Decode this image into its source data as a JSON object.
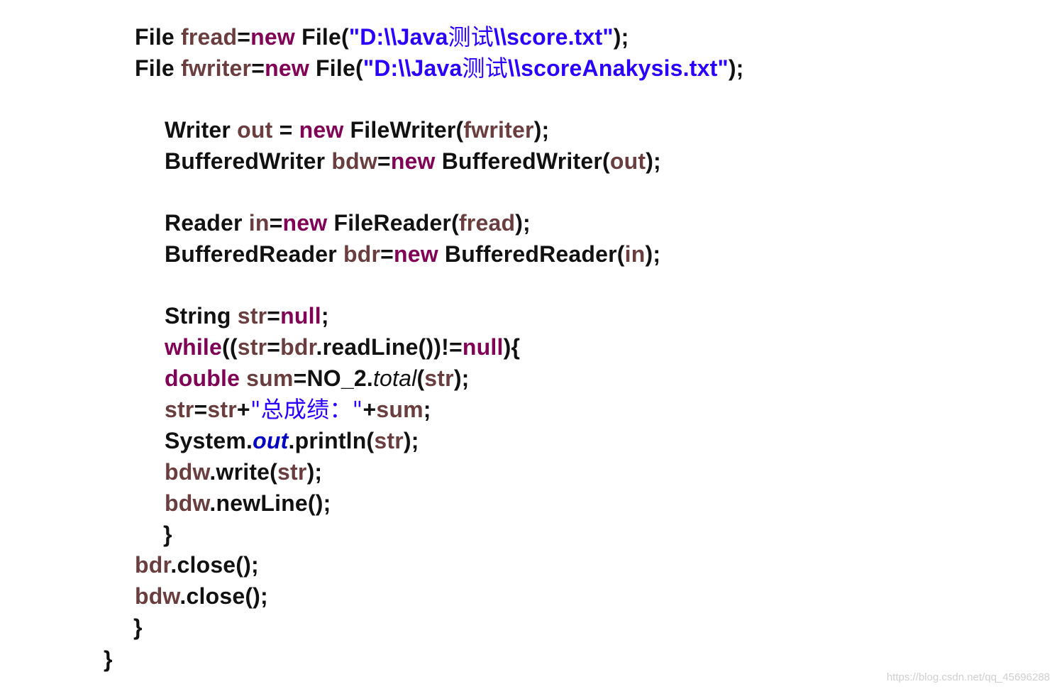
{
  "code": {
    "lines": [
      [
        {
          "t": "File ",
          "c": "plain"
        },
        {
          "t": "fread",
          "c": "var"
        },
        {
          "t": "=",
          "c": "plain"
        },
        {
          "t": "new",
          "c": "kw"
        },
        {
          "t": " File(",
          "c": "plain"
        },
        {
          "t": "\"D:\\\\Java",
          "c": "str"
        },
        {
          "t": "测试",
          "c": "str cjk"
        },
        {
          "t": "\\\\score.txt\"",
          "c": "str"
        },
        {
          "t": ");",
          "c": "plain"
        }
      ],
      [
        {
          "t": "File ",
          "c": "plain"
        },
        {
          "t": "fwriter",
          "c": "var"
        },
        {
          "t": "=",
          "c": "plain"
        },
        {
          "t": "new",
          "c": "kw"
        },
        {
          "t": " File(",
          "c": "plain"
        },
        {
          "t": "\"D:\\\\Java",
          "c": "str"
        },
        {
          "t": "测试",
          "c": "str cjk"
        },
        {
          "t": "\\\\scoreAnakysis.txt\"",
          "c": "str"
        },
        {
          "t": ");",
          "c": "plain"
        }
      ],
      [
        {
          "t": "Writer ",
          "c": "plain"
        },
        {
          "t": "out",
          "c": "var"
        },
        {
          "t": " = ",
          "c": "plain"
        },
        {
          "t": "new",
          "c": "kw"
        },
        {
          "t": " FileWriter(",
          "c": "plain"
        },
        {
          "t": "fwriter",
          "c": "var"
        },
        {
          "t": ");",
          "c": "plain"
        }
      ],
      [
        {
          "t": "BufferedWriter ",
          "c": "plain"
        },
        {
          "t": "bdw",
          "c": "var"
        },
        {
          "t": "=",
          "c": "plain"
        },
        {
          "t": "new",
          "c": "kw"
        },
        {
          "t": " BufferedWriter(",
          "c": "plain"
        },
        {
          "t": "out",
          "c": "var"
        },
        {
          "t": ");",
          "c": "plain"
        }
      ],
      [
        {
          "t": "Reader ",
          "c": "plain"
        },
        {
          "t": "in",
          "c": "var"
        },
        {
          "t": "=",
          "c": "plain"
        },
        {
          "t": "new",
          "c": "kw"
        },
        {
          "t": " FileReader(",
          "c": "plain"
        },
        {
          "t": "fread",
          "c": "var"
        },
        {
          "t": ");",
          "c": "plain"
        }
      ],
      [
        {
          "t": "BufferedReader ",
          "c": "plain"
        },
        {
          "t": "bdr",
          "c": "var"
        },
        {
          "t": "=",
          "c": "plain"
        },
        {
          "t": "new",
          "c": "kw"
        },
        {
          "t": " BufferedReader(",
          "c": "plain"
        },
        {
          "t": "in",
          "c": "var"
        },
        {
          "t": ");",
          "c": "plain"
        }
      ],
      [
        {
          "t": "String ",
          "c": "plain"
        },
        {
          "t": "str",
          "c": "var"
        },
        {
          "t": "=",
          "c": "plain"
        },
        {
          "t": "null",
          "c": "kw"
        },
        {
          "t": ";",
          "c": "plain"
        }
      ],
      [
        {
          "t": "while",
          "c": "kw"
        },
        {
          "t": "((",
          "c": "plain"
        },
        {
          "t": "str",
          "c": "var"
        },
        {
          "t": "=",
          "c": "plain"
        },
        {
          "t": "bdr",
          "c": "var"
        },
        {
          "t": ".readLine())!=",
          "c": "plain"
        },
        {
          "t": "null",
          "c": "kw"
        },
        {
          "t": "){",
          "c": "plain"
        }
      ],
      [
        {
          "t": "double",
          "c": "kw"
        },
        {
          "t": " ",
          "c": "plain"
        },
        {
          "t": "sum",
          "c": "var"
        },
        {
          "t": "=NO_2.",
          "c": "plain"
        },
        {
          "t": "total",
          "c": "ital"
        },
        {
          "t": "(",
          "c": "plain"
        },
        {
          "t": "str",
          "c": "var"
        },
        {
          "t": ");",
          "c": "plain"
        }
      ],
      [
        {
          "t": "str",
          "c": "var"
        },
        {
          "t": "=",
          "c": "plain"
        },
        {
          "t": "str",
          "c": "var"
        },
        {
          "t": "+",
          "c": "plain"
        },
        {
          "t": "\"总成绩：\"",
          "c": "str cjk"
        },
        {
          "t": "+",
          "c": "plain"
        },
        {
          "t": "sum",
          "c": "var"
        },
        {
          "t": ";",
          "c": "plain"
        }
      ],
      [
        {
          "t": "System.",
          "c": "plain"
        },
        {
          "t": "out",
          "c": "field"
        },
        {
          "t": ".println(",
          "c": "plain"
        },
        {
          "t": "str",
          "c": "var"
        },
        {
          "t": ");",
          "c": "plain"
        }
      ],
      [
        {
          "t": "bdw",
          "c": "var"
        },
        {
          "t": ".write(",
          "c": "plain"
        },
        {
          "t": "str",
          "c": "var"
        },
        {
          "t": ");",
          "c": "plain"
        }
      ],
      [
        {
          "t": "bdw",
          "c": "var"
        },
        {
          "t": ".newLine();",
          "c": "plain"
        }
      ],
      [
        {
          "t": "}",
          "c": "plain"
        }
      ],
      [
        {
          "t": "bdr",
          "c": "var"
        },
        {
          "t": ".close();",
          "c": "plain"
        }
      ],
      [
        {
          "t": "bdw",
          "c": "var"
        },
        {
          "t": ".close();",
          "c": "plain"
        }
      ],
      [
        {
          "t": "}",
          "c": "plain"
        }
      ],
      [
        {
          "t": "}",
          "c": "plain"
        }
      ]
    ]
  },
  "watermark": "https://blog.csdn.net/qq_45696288",
  "colors": {
    "keyword": "#7f0055",
    "variable": "#6a3e3e",
    "string": "#2a00ff",
    "field": "#0000c0",
    "text": "#111111"
  }
}
